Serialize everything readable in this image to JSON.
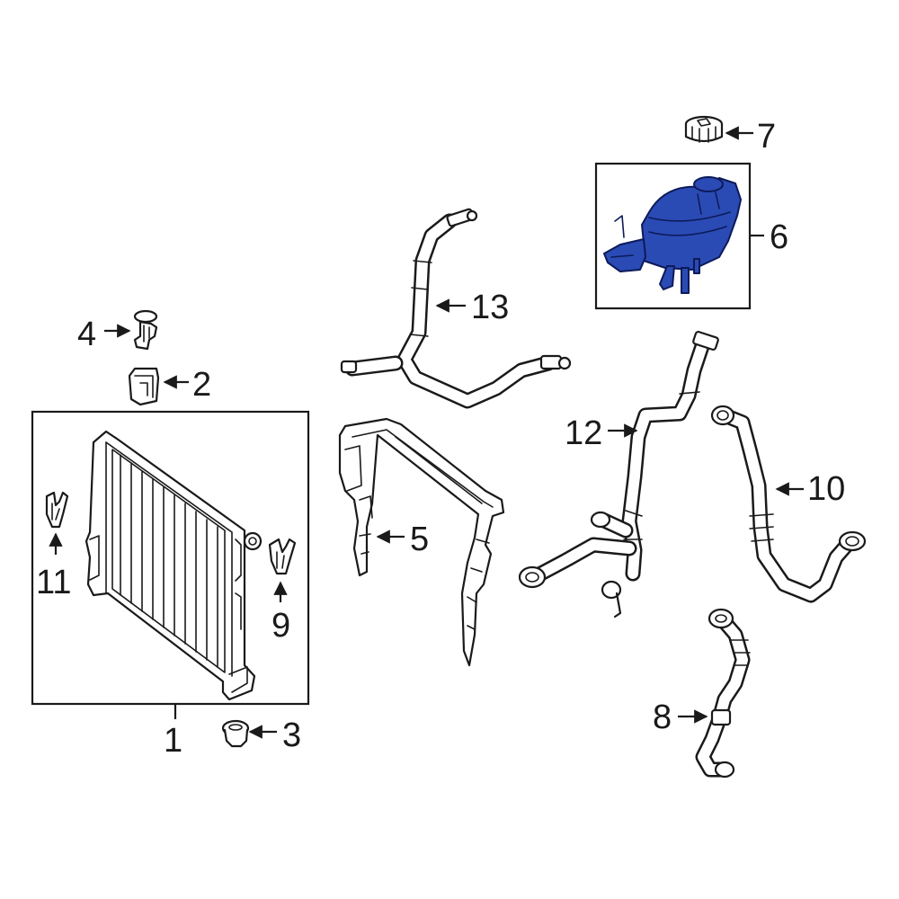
{
  "callouts": {
    "c1": "1",
    "c2": "2",
    "c3": "3",
    "c4": "4",
    "c5": "5",
    "c6": "6",
    "c7": "7",
    "c8": "8",
    "c9": "9",
    "c10": "10",
    "c11": "11",
    "c12": "12",
    "c13": "13"
  },
  "highlight_color": "#2a4bb4",
  "highlighted_part": "6"
}
